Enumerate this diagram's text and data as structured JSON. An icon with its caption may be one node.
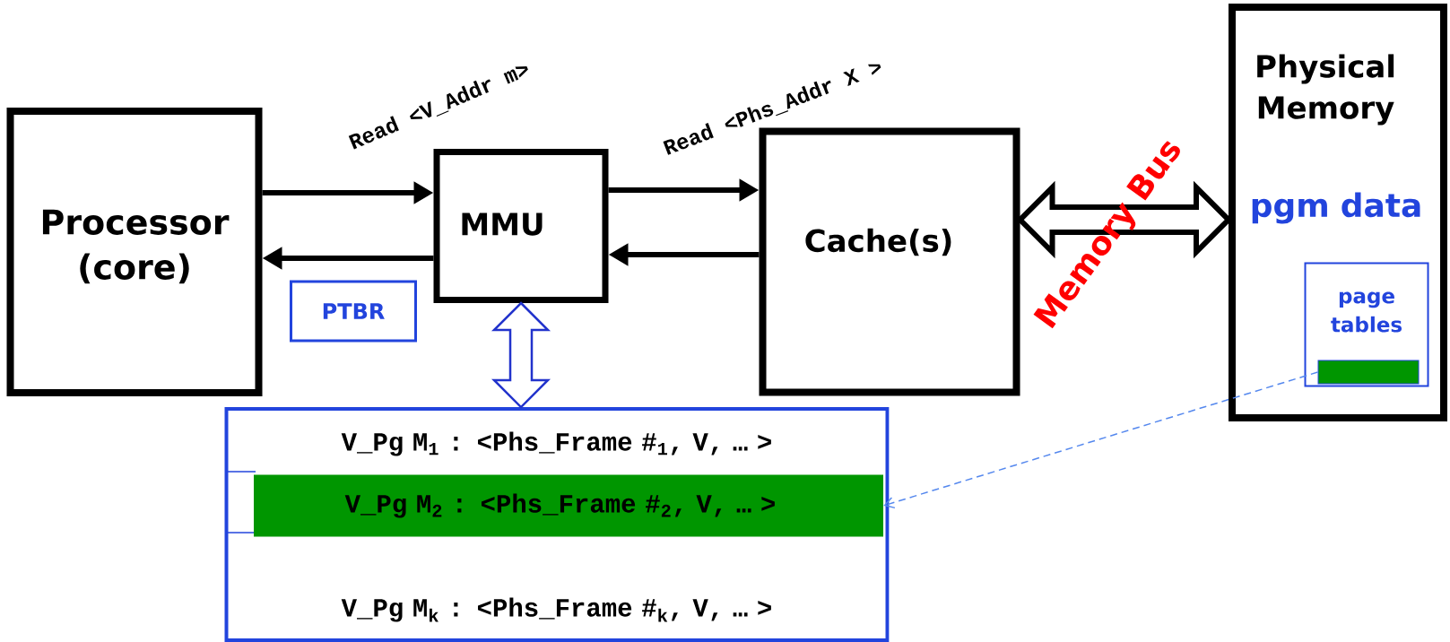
{
  "diagram": {
    "nodes": [
      {
        "text": [
          "Processor (core)"
        ]
      },
      {
        "text": [
          "MMU"
        ]
      },
      {
        "text": [
          "PTBR"
        ]
      },
      {
        "text": [
          "Cache(s)"
        ]
      },
      {
        "text": [
          "Physical Memory",
          "pgm data"
        ]
      },
      {
        "text": [
          "page tables"
        ],
        "in": 4
      },
      {
        "text": [],
        "shape": "bar",
        "in": 5
      },
      {
        "text": [],
        "shape": "box"
      },
      {
        "text": [
          "V_Pg M$_{1}$ : <Phs_Frame #$_{1}$, V, … >"
        ],
        "in": 7
      },
      {
        "text": [
          "V_Pg M$_{2}$ : <Phs_Frame #$_{2}$, V, … >"
        ],
        "in": 7
      },
      {
        "text": [
          "V_Pg M$_{k}$ : <Phs_Frame #$_{k}$, V, … >"
        ],
        "in": 7
      }
    ],
    "edges": [
      {
        "from": 0,
        "to": 1,
        "arrow": "to",
        "label": "Read <V_Addr m>"
      },
      {
        "from": 1,
        "to": 0,
        "arrow": "to"
      },
      {
        "from": 1,
        "to": 3,
        "arrow": "to",
        "label": "Read <Phs_Addr X >"
      },
      {
        "from": 3,
        "to": 1,
        "arrow": "to"
      },
      {
        "from": 3,
        "to": 4,
        "arrow": "both",
        "label": "Memory Bus",
        "style": "thick"
      },
      {
        "from": 1,
        "to": 7,
        "arrow": "both",
        "color": "#2233cc"
      },
      {
        "from": 6,
        "to": 9,
        "arrow": "to",
        "style": "dashed",
        "color": "#5588ee"
      }
    ]
  }
}
